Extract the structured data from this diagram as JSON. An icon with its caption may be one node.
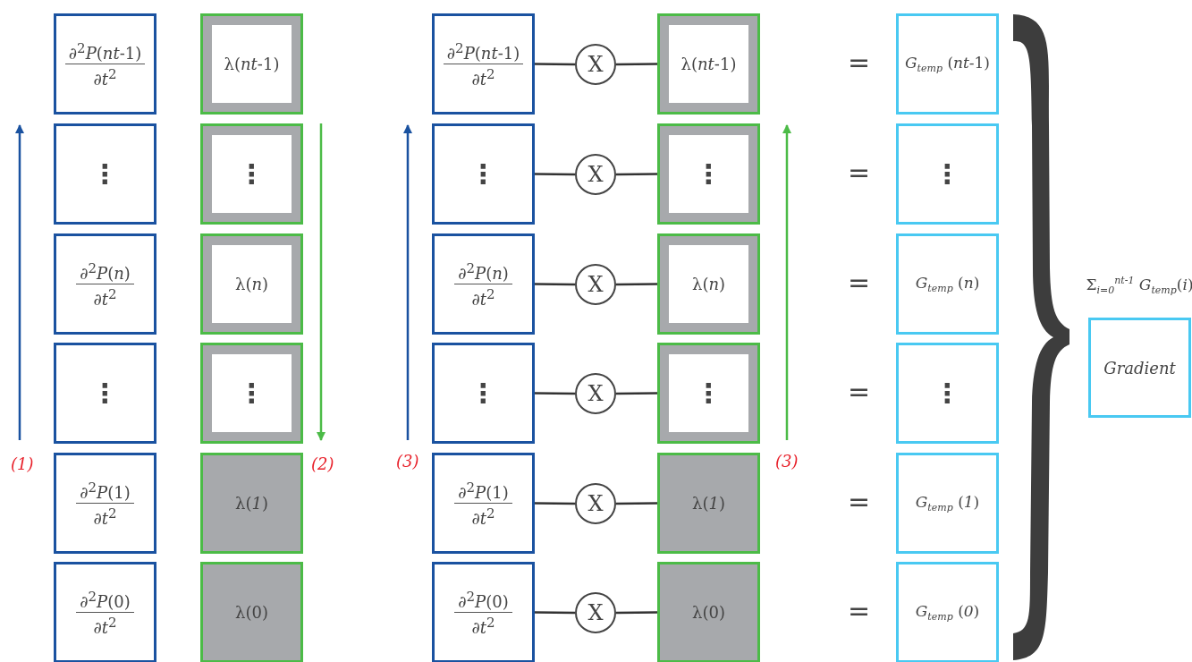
{
  "diagram": {
    "nodes": [
      {
        "text": [
          "∂$^{2}$*P*(*nt*-1)",
          "∂*t*$^{2}$"
        ]
      },
      {
        "text": [
          "⋮"
        ]
      },
      {
        "text": [
          "∂$^{2}$*P*(*n*)",
          "∂*t*$^{2}$"
        ]
      },
      {
        "text": [
          "⋮"
        ]
      },
      {
        "text": [
          "∂$^{2}$*P*(1)",
          "∂*t*$^{2}$"
        ]
      },
      {
        "text": [
          "∂$^{2}$*P*(0)",
          "∂*t*$^{2}$"
        ]
      },
      {
        "text": [
          "λ(*nt*-1)"
        ]
      },
      {
        "text": [
          "⋮"
        ]
      },
      {
        "text": [
          "λ(*n*)"
        ]
      },
      {
        "text": [
          "⋮"
        ]
      },
      {
        "text": [
          "λ(*1*)"
        ]
      },
      {
        "text": [
          "λ(0)"
        ]
      },
      {
        "text": [
          "∂$^{2}$*P*(*nt*-1)",
          "∂*t*$^{2}$"
        ]
      },
      {
        "text": [
          "⋮"
        ]
      },
      {
        "text": [
          "∂$^{2}$*P*(*n*)",
          "∂*t*$^{2}$"
        ]
      },
      {
        "text": [
          "⋮"
        ]
      },
      {
        "text": [
          "∂$^{2}$*P*(1)",
          "∂*t*$^{2}$"
        ]
      },
      {
        "text": [
          "∂$^{2}$*P*(0)",
          "∂*t*$^{2}$"
        ]
      },
      {
        "text": [
          "X"
        ]
      },
      {
        "text": [
          "X"
        ]
      },
      {
        "text": [
          "X"
        ]
      },
      {
        "text": [
          "X"
        ]
      },
      {
        "text": [
          "X"
        ]
      },
      {
        "text": [
          "X"
        ]
      },
      {
        "text": [
          "λ(*nt*-1)"
        ]
      },
      {
        "text": [
          "⋮"
        ]
      },
      {
        "text": [
          "λ(*n*)"
        ]
      },
      {
        "text": [
          "⋮"
        ]
      },
      {
        "text": [
          "λ(*1*)"
        ]
      },
      {
        "text": [
          "λ(0)"
        ]
      },
      {
        "text": [
          "*G*$_{temp}$ (*nt*-1)"
        ]
      },
      {
        "text": [
          "⋮"
        ]
      },
      {
        "text": [
          "*G*$_{temp}$ (*n*)"
        ]
      },
      {
        "text": [
          "⋮"
        ]
      },
      {
        "text": [
          "*G*$_{temp}$ (*1*)"
        ]
      },
      {
        "text": [
          "*G*$_{temp}$ (*0*)"
        ]
      },
      {
        "text": [
          "Gradient"
        ],
        "beside": [
          "Σ$_{i=0}$$^{nt-1}$ *G*$_{temp}$(*i*)"
        ]
      },
      {
        "text": [],
        "shape": "brace"
      }
    ],
    "edges": [
      {
        "from": 12,
        "to": 18,
        "arrow": "none"
      },
      {
        "from": 18,
        "to": 24,
        "arrow": "none"
      },
      {
        "from": 13,
        "to": 19,
        "arrow": "none"
      },
      {
        "from": 19,
        "to": 25,
        "arrow": "none"
      },
      {
        "from": 14,
        "to": 20,
        "arrow": "none"
      },
      {
        "from": 20,
        "to": 26,
        "arrow": "none"
      },
      {
        "from": 15,
        "to": 21,
        "arrow": "none"
      },
      {
        "from": 21,
        "to": 27,
        "arrow": "none"
      },
      {
        "from": 16,
        "to": 22,
        "arrow": "none"
      },
      {
        "from": 22,
        "to": 28,
        "arrow": "none"
      },
      {
        "from": 17,
        "to": 23,
        "arrow": "none"
      },
      {
        "from": 23,
        "to": 29,
        "arrow": "none"
      }
    ],
    "labels": [
      "=",
      "=",
      "=",
      "=",
      "(1)",
      "(2)",
      "(3)",
      "(3)",
      "=",
      "="
    ]
  }
}
